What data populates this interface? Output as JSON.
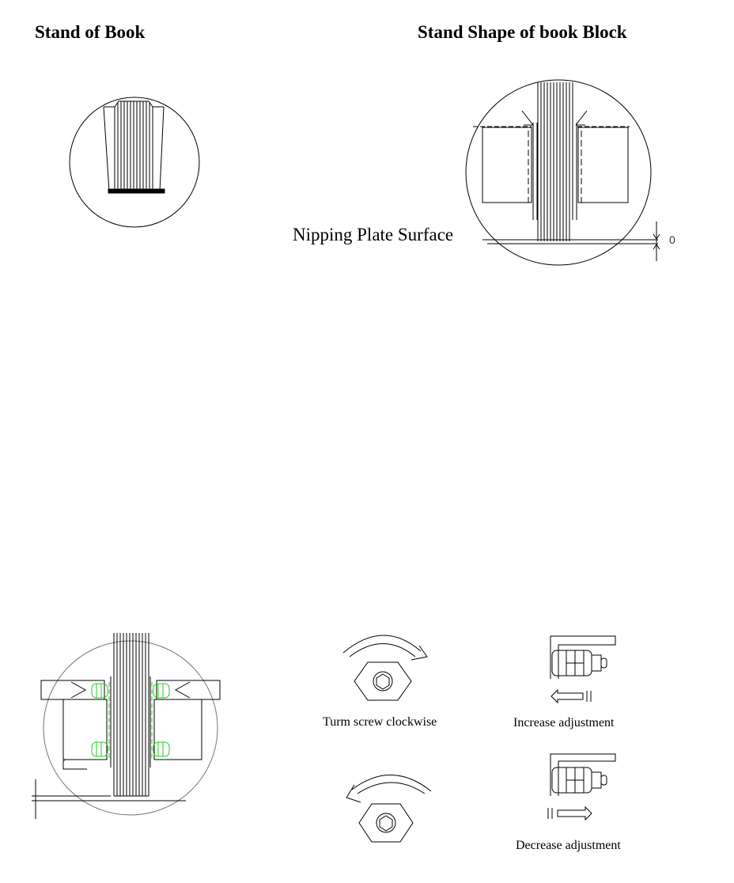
{
  "headings": {
    "left": "Stand of Book",
    "right": "Stand Shape of book Block"
  },
  "labels": {
    "nipping_plate": "Nipping Plate Surface",
    "gap_value": "0",
    "turn_clockwise": "Turm screw clockwise",
    "increase": "Increase adjustment",
    "decrease": "Decrease  adjustment"
  },
  "colors": {
    "line": "#000000",
    "highlight": "#22cc22"
  }
}
